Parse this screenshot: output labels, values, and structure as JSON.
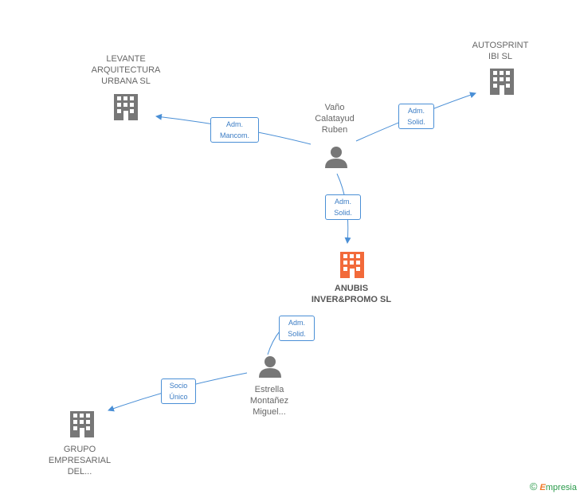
{
  "nodes": {
    "levante": {
      "lines": [
        "LEVANTE",
        "ARQUITECTURA",
        "URBANA SL"
      ],
      "type": "company"
    },
    "autosprint": {
      "lines": [
        "AUTOSPRINT",
        "IBI SL"
      ],
      "type": "company"
    },
    "vano": {
      "lines": [
        "Vaño",
        "Calatayud",
        "Ruben"
      ],
      "type": "person"
    },
    "anubis": {
      "lines": [
        "ANUBIS",
        "INVER&PROMO SL"
      ],
      "type": "company-main"
    },
    "estrella": {
      "lines": [
        "Estrella",
        "Montañez",
        "Miguel..."
      ],
      "type": "person"
    },
    "grupo": {
      "lines": [
        "GRUPO",
        "EMPRESARIAL",
        "DEL..."
      ],
      "type": "company"
    }
  },
  "edges": {
    "vano_levante": {
      "lines": [
        "Adm.",
        "Mancom."
      ]
    },
    "vano_autosprint": {
      "lines": [
        "Adm.",
        "Solid."
      ]
    },
    "vano_anubis": {
      "lines": [
        "Adm.",
        "Solid."
      ]
    },
    "estrella_anubis": {
      "lines": [
        "Adm.",
        "Solid."
      ]
    },
    "estrella_grupo": {
      "lines": [
        "Socio",
        "Único"
      ]
    }
  },
  "brand": {
    "copyright": "©",
    "initial": "E",
    "rest": "mpresia"
  },
  "colors": {
    "company": "#777777",
    "company_main": "#f26a3a",
    "person": "#777777",
    "edge": "#4a8fd6"
  }
}
